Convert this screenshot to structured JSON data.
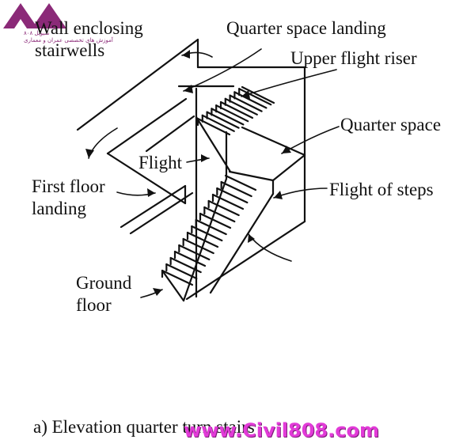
{
  "logo": {
    "line1": "آموزش های تخصصی عمران و معماری",
    "line2": "سیویل ۸۰۸",
    "icon": "triangle-logo-icon"
  },
  "labels": {
    "wall": [
      "Wall enclosing",
      "stairwells"
    ],
    "quarter_space_landing": "Quarter space landing",
    "upper_flight_riser": "Upper flight riser",
    "quarter_space": "Quarter space",
    "flight": "Flight",
    "first_floor_landing": [
      "First floor",
      "landing"
    ],
    "flight_of_steps": "Flight of steps",
    "ground_floor": [
      "Ground",
      "floor"
    ]
  },
  "caption": "a) Elevation quarter turn stairs",
  "watermark": "www.Civil808.com",
  "colors": {
    "ink": "#111111",
    "watermark": "#e23bd8",
    "logo": "#8b2a78"
  }
}
